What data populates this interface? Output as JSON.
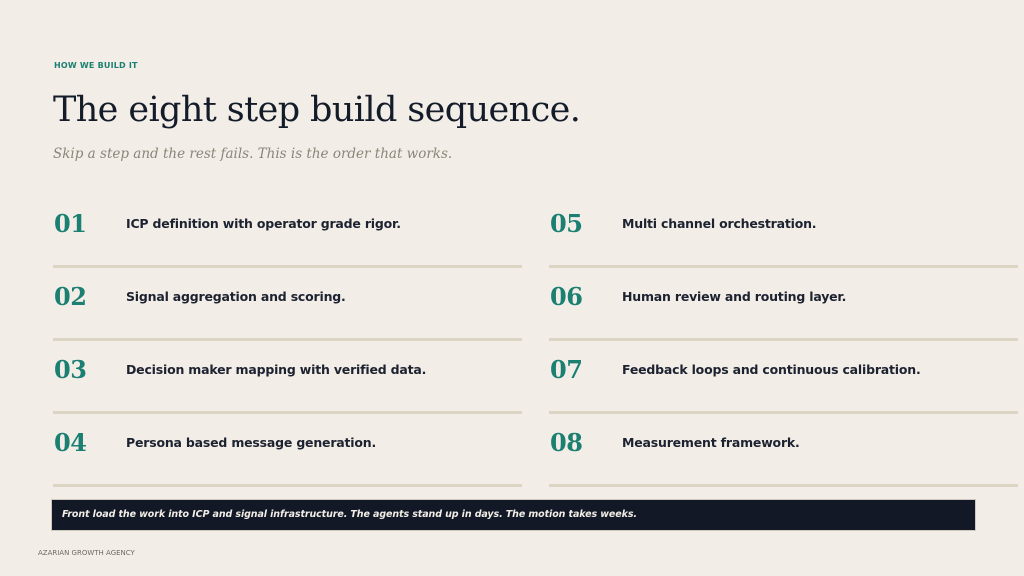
{
  "header": {
    "eyebrow": "HOW WE BUILD IT",
    "title": "The eight step build sequence.",
    "subtitle": "Skip a step and the rest fails. This is the order that works."
  },
  "steps": [
    {
      "number": "01",
      "label": "ICP definition with operator grade rigor."
    },
    {
      "number": "02",
      "label": "Signal aggregation and scoring."
    },
    {
      "number": "03",
      "label": "Decision maker mapping with verified data."
    },
    {
      "number": "04",
      "label": "Persona based message generation."
    },
    {
      "number": "05",
      "label": "Multi channel orchestration."
    },
    {
      "number": "06",
      "label": "Human review and routing layer."
    },
    {
      "number": "07",
      "label": "Feedback loops and continuous calibration."
    },
    {
      "number": "08",
      "label": "Measurement framework."
    }
  ],
  "banner": {
    "text": "Front load the work into ICP and signal infrastructure. The agents stand up in days. The motion takes weeks."
  },
  "footer": {
    "brand": "AZARIAN GROWTH AGENCY"
  },
  "colors": {
    "background": "#f2eee7",
    "accent": "#1b7f72",
    "title": "#141b29",
    "divider": "#dcd5c3",
    "banner": "#121826"
  }
}
